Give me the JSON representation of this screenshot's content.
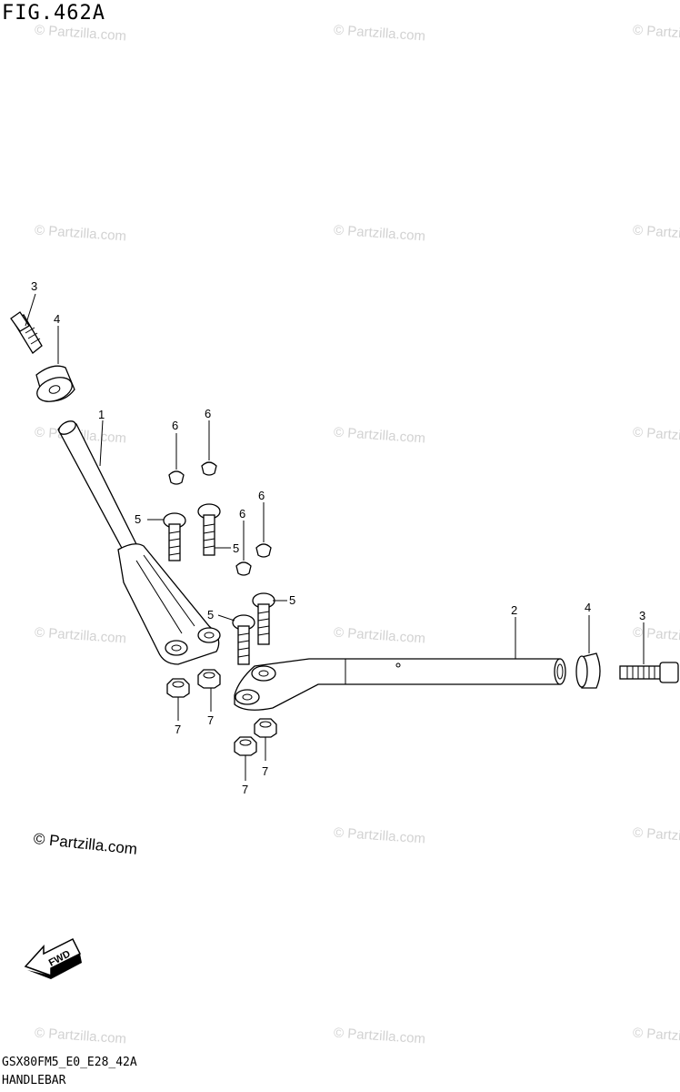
{
  "figure": {
    "title": "FIG.462A",
    "model_code": "GSX80FM5_E0_E28_42A",
    "section_name": "HANDLEBAR",
    "copyright": "© Partzilla.com",
    "watermark": "© Partzilla.com",
    "direction_label": "FWD"
  },
  "callouts": [
    {
      "id": "c-3-left",
      "number": "3"
    },
    {
      "id": "c-4-left",
      "number": "4"
    },
    {
      "id": "c-1",
      "number": "1"
    },
    {
      "id": "c-6-a",
      "number": "6"
    },
    {
      "id": "c-6-b",
      "number": "6"
    },
    {
      "id": "c-5-a",
      "number": "5"
    },
    {
      "id": "c-5-b",
      "number": "5"
    },
    {
      "id": "c-6-c",
      "number": "6"
    },
    {
      "id": "c-6-d",
      "number": "6"
    },
    {
      "id": "c-5-c",
      "number": "5"
    },
    {
      "id": "c-5-d",
      "number": "5"
    },
    {
      "id": "c-2",
      "number": "2"
    },
    {
      "id": "c-4-right",
      "number": "4"
    },
    {
      "id": "c-3-right",
      "number": "3"
    },
    {
      "id": "c-7-a",
      "number": "7"
    },
    {
      "id": "c-7-b",
      "number": "7"
    },
    {
      "id": "c-7-c",
      "number": "7"
    },
    {
      "id": "c-7-d",
      "number": "7"
    }
  ]
}
